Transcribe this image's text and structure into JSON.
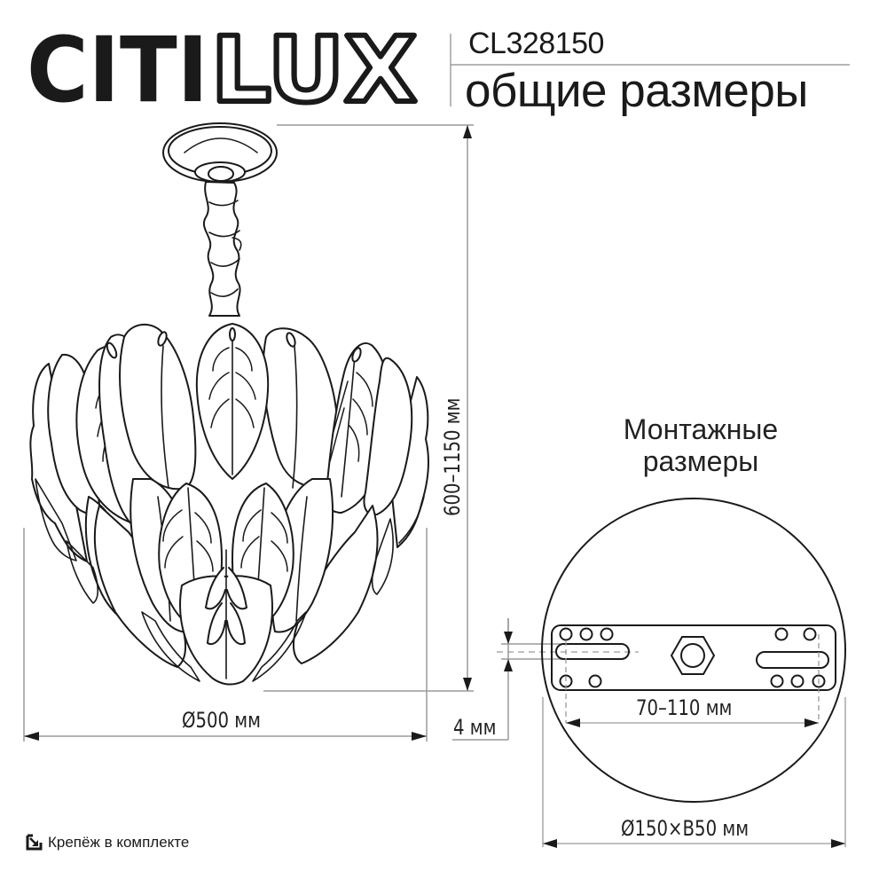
{
  "header": {
    "brand_solid": "CITI",
    "brand_outline": "LUX",
    "model": "CL328150",
    "subtitle": "общие размеры"
  },
  "product_view": {
    "height_label": "600–1150 мм",
    "diameter_label": "Ø500 мм",
    "gap_label": "4 мм"
  },
  "mounting": {
    "title_line1": "Монтажные",
    "title_line2": "размеры",
    "bracket_span_label": "70–110 мм",
    "base_label": "Ø150×В50 мм"
  },
  "footer": {
    "icon": "arrow-into-box-icon",
    "note": "Крепёж в комплекте"
  },
  "colors": {
    "ink": "#1a1a1a",
    "dimension_line": "#9a9a9a",
    "background": "#ffffff"
  }
}
